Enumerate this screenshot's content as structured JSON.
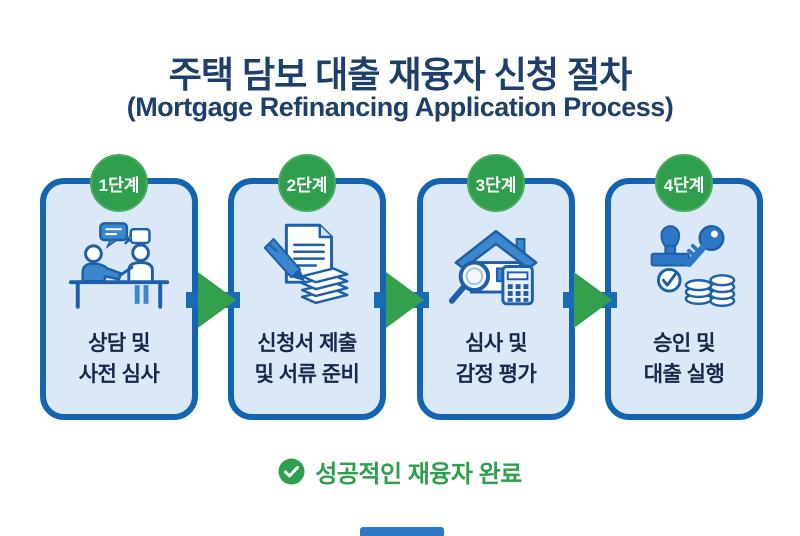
{
  "title": "주택 담보 대출 재융자 신청 절차",
  "subtitle": "(Mortgage Refinancing Application Process)",
  "steps": [
    {
      "badge": "1단계",
      "icon": "consultation-handshake-icon",
      "label_line1": "상담 및",
      "label_line2": "사전 심사"
    },
    {
      "badge": "2단계",
      "icon": "application-documents-icon",
      "label_line1": "신청서 제출",
      "label_line2": "및 서류 준비"
    },
    {
      "badge": "3단계",
      "icon": "house-appraisal-icon",
      "label_line1": "심사 및",
      "label_line2": "감정 평가"
    },
    {
      "badge": "4단계",
      "icon": "approval-loan-icon",
      "label_line1": "승인 및",
      "label_line2": "대출 실행"
    }
  ],
  "footer": {
    "icon": "check-circle-icon",
    "text": "성공적인 재융자 완료"
  },
  "colors": {
    "title_navy": "#1f3f6b",
    "step_text": "#17294a",
    "card_fill": "#dbe8f7",
    "card_border": "#1365b2",
    "badge_green": "#2f9e4d",
    "arrow_blue": "#1a6ab5",
    "arrow_green": "#33a04e",
    "footer_green": "#2f9e4d",
    "icon_line_blue": "#1d5fa9",
    "icon_fill_blue": "#3c86ce"
  }
}
